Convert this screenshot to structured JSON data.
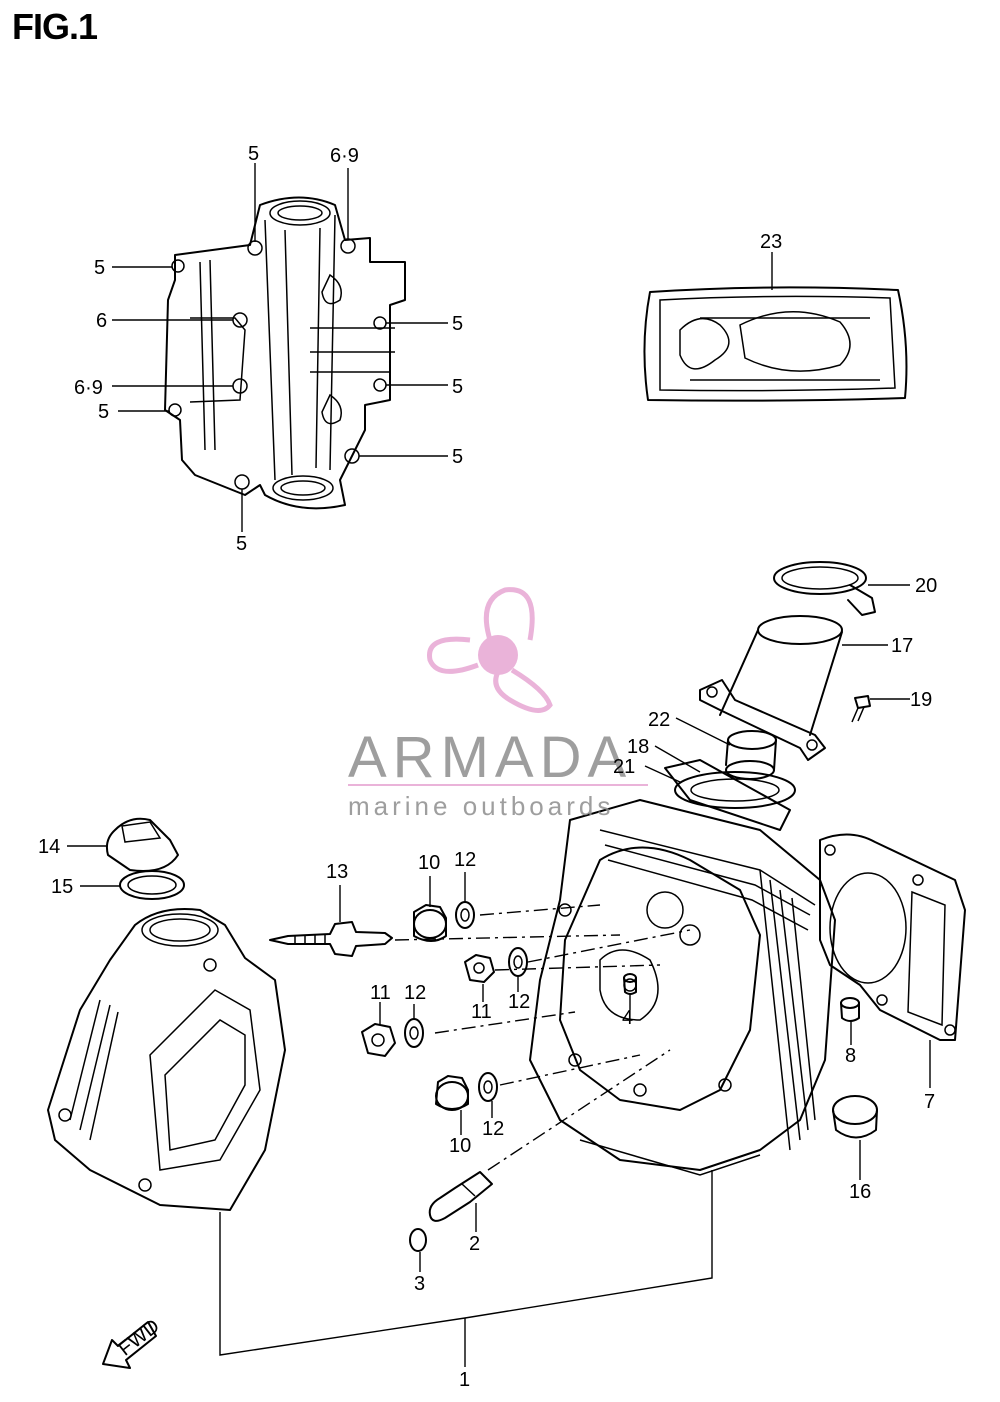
{
  "figure_title": "FIG.1",
  "watermark": {
    "brand": "ARMADA",
    "tagline": "marine outboards",
    "color_logo": "#e7a6d3",
    "color_text": "#8e8e8e"
  },
  "fwd_arrow_label": "FWD",
  "callouts": {
    "c1": "1",
    "c2": "2",
    "c3": "3",
    "c4": "4",
    "c5a": "5",
    "c5b": "5",
    "c5c": "5",
    "c5d": "5",
    "c5e": "5",
    "c5f": "5",
    "c5g": "5",
    "c6": "6",
    "c69a": "6·9",
    "c69b": "6·9",
    "c7": "7",
    "c8": "8",
    "c10a": "10",
    "c10b": "10",
    "c11a": "11",
    "c11b": "11",
    "c12a": "12",
    "c12b": "12",
    "c12c": "12",
    "c12d": "12",
    "c13": "13",
    "c14": "14",
    "c15": "15",
    "c16": "16",
    "c17": "17",
    "c18": "18",
    "c19": "19",
    "c20": "20",
    "c21": "21",
    "c22": "22",
    "c23": "23"
  }
}
